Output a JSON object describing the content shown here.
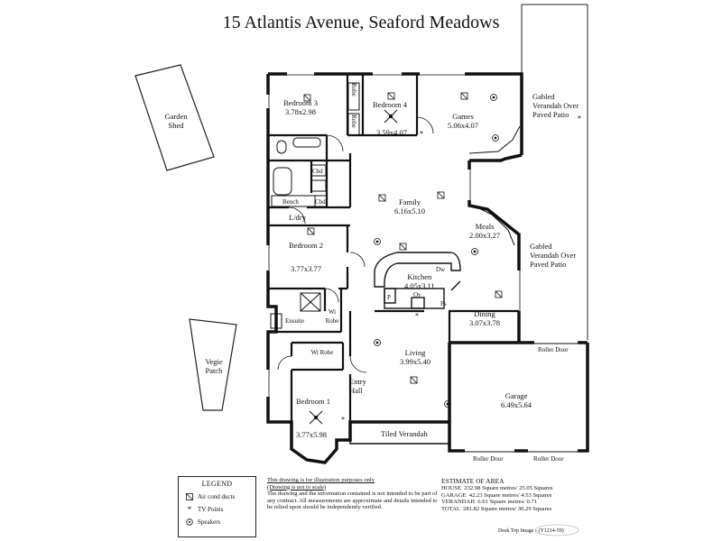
{
  "title": "15 Atlantis Avenue, Seaford Meadows",
  "rooms": {
    "bedroom3": {
      "name": "Bedroom 3",
      "dims": "3.78x2.98"
    },
    "bedroom4": {
      "name": "Bedroom 4",
      "dims": "3.59x4.07"
    },
    "games": {
      "name": "Games",
      "dims": "5.06x4.07"
    },
    "family": {
      "name": "Family",
      "dims": "6.16x5.10"
    },
    "meals": {
      "name": "Meals",
      "dims": "2.00x3.27"
    },
    "bedroom2": {
      "name": "Bedroom 2",
      "dims": "3.77x3.77"
    },
    "kitchen": {
      "name": "Kitchen",
      "dims": "4.05x3.11"
    },
    "dining": {
      "name": "Dining",
      "dims": "3.07x3.78"
    },
    "living": {
      "name": "Living",
      "dims": "3.99x5.40"
    },
    "garage": {
      "name": "Garage",
      "dims": "6.49x5.64"
    },
    "bedroom1": {
      "name": "Bedroom 1",
      "dims": "3.77x5.98"
    }
  },
  "labels": {
    "robe1": "Robe",
    "robe2": "Robe",
    "cbd1": "Cbd",
    "cbd2": "Cbd",
    "bench": "Bench",
    "ldry": "L/dry",
    "ensuite": "Ensuite",
    "wi_robe1": "Wi Robe",
    "wi_robe2": "Wi Robe",
    "entry_hall": "Entry Hall",
    "tiled_verandah": "Tiled Verandah",
    "dw": "Dw",
    "ov": "Ov",
    "p": "P",
    "fs": "Fs",
    "roller_door_side": "Roller Door",
    "roller_door_front1": "Roller Door",
    "roller_door_front2": "Roller Door",
    "garden_shed": "Garden Shed",
    "vegie_patch": "Vegie Patch",
    "verandah1": "Gabled Verandah Over Paved Patio",
    "verandah2": "Gabled Verandah Over Paved Patio"
  },
  "legend": {
    "title": "LEGEND",
    "items": [
      {
        "icon": "air-cond-duct-icon",
        "label": "Air cond ducts"
      },
      {
        "icon": "tv-point-icon",
        "label": "TV Points"
      },
      {
        "icon": "speaker-icon",
        "label": "Speakers"
      }
    ]
  },
  "disclaimer": {
    "line1": "This drawing is for illustration purposes only",
    "line2": "(Drawing is not to scale)",
    "body": "The drawing and the information contained is not intended to be part of any contract. All measurements are approximate and details intended to be relied upon should be independently verified."
  },
  "estimate": {
    "title": "ESTIMATE OF AREA",
    "rows": [
      {
        "label": "HOUSE",
        "value": "232.98 Square metres/ 25.05 Squares"
      },
      {
        "label": "GARAGE",
        "value": "42.23 Square metres/ 4.53 Squares"
      },
      {
        "label": "VERANDAH",
        "value": "6.61 Square metres/ 0.71"
      },
      {
        "label": "TOTAL",
        "value": "281.82 Square metres/ 30.29 Squares"
      }
    ]
  },
  "image_id": "Desk Top Image - (Y1214-59)"
}
